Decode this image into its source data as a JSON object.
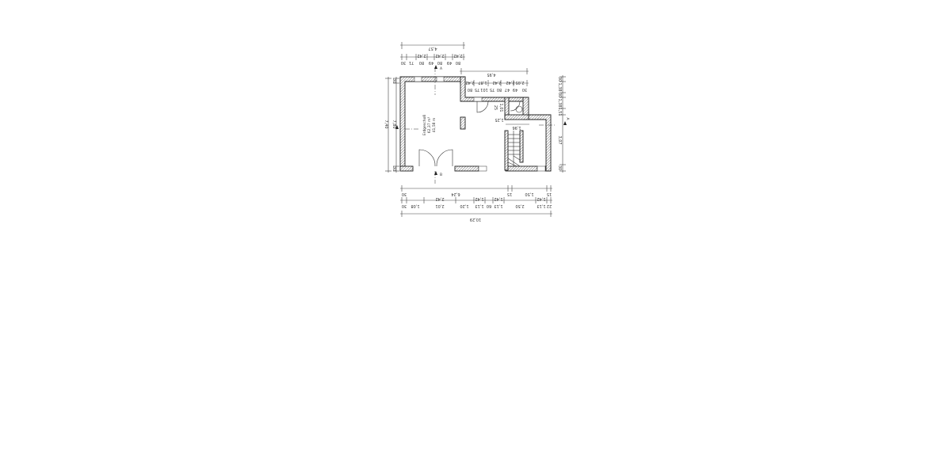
{
  "drawing": {
    "type": "floor-plan",
    "room": {
      "name": "Erdgeschoß",
      "area": "62,37 m²",
      "perimeter": "41,58 m"
    },
    "section_markers": [
      "A",
      "A",
      "B",
      "B"
    ],
    "dimensions": {
      "top_overall": "4,57",
      "top_detail": [
        "30",
        "71",
        "80",
        "49",
        "80",
        "49",
        "80",
        "49",
        "30"
      ],
      "top_detail_upper": [
        "2,42",
        "2,42",
        "2,42"
      ],
      "right_upper_overall": "4,95",
      "right_upper_detail": [
        "30",
        "80",
        "75",
        "101",
        "75",
        "80",
        "47",
        "49",
        "30"
      ],
      "right_upper_detail_upper": [
        "2,42",
        "1,87",
        "2,42",
        "2,42",
        "2,05"
      ],
      "left_overall": "7,40",
      "left_inner": "7,80",
      "left_ends": [
        "30",
        "30"
      ],
      "right_side": [
        "30",
        "1,38",
        "30",
        "1,38",
        "1,51",
        "3,07",
        "30"
      ],
      "bottom_row1": [
        "30",
        "6,24",
        "15",
        "1,50",
        "15"
      ],
      "bottom_row2": [
        "30",
        "1,08",
        "2,42",
        "1,20",
        "1,42",
        "60",
        "1,42",
        "2,50",
        "1,42",
        "22"
      ],
      "bottom_row2_lower": [
        "1,08",
        "2,01",
        "1,20",
        "1,13",
        "60",
        "1,13",
        "2,50",
        "1,13",
        "22"
      ],
      "bottom_overall": "10,29",
      "stair": "1,96",
      "bath_labels": [
        "25",
        "1,01",
        "1,25"
      ]
    }
  }
}
